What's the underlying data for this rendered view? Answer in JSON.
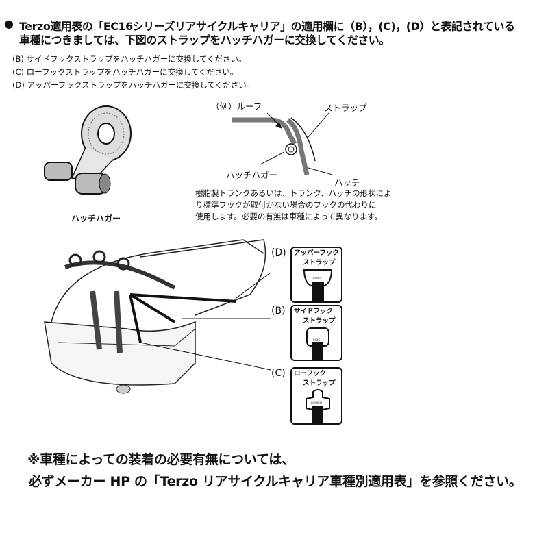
{
  "header": {
    "bullet": "●",
    "line1": "Terzo適用表の「EC16シリーズリアサイクルキャリア」の適用欄に（B），(C)，(D）と表記されている",
    "line2": "車種につきましては、下図のストラップをハッチハガーに交換してください。"
  },
  "instructions": [
    "(B) サイドフックストラップをハッチハガーに交換してください。",
    "(C) ローフックストラップをハッチハガーに交換してください。",
    "(D) アッパーフックストラップをハッチハガーに交換してください。"
  ],
  "hatch_hanger": {
    "caption": "ハッチハガー"
  },
  "example_diagram": {
    "roof_label": "（例）ルーフ",
    "strap_label": "ストラップ",
    "hanger_label": "ハッチハガー",
    "hatch_label": "ハッチ",
    "note": [
      "樹脂製トランクあるいは、トランク、ハッチの形状によ",
      "り標準フックが取付かない場合のフックの代わりに",
      "使用します。必要の有無は車種によって異なります。"
    ]
  },
  "straps": [
    {
      "letter": "(D)",
      "name1": "アッパーフック",
      "name2": "ストラップ",
      "tag": "UPPER"
    },
    {
      "letter": "(B)",
      "name1": "サイドフック",
      "name2": "ストラップ",
      "tag": "SIDE"
    },
    {
      "letter": "(C)",
      "name1": "ローフック",
      "name2": "ストラップ",
      "tag": "LOWER"
    }
  ],
  "footer": {
    "line1": "※車種によっての装着の必要有無については、",
    "line2": "必ずメーカー HP の「Terzo リアサイクルキャリア車種別適用表」を参照ください。"
  }
}
